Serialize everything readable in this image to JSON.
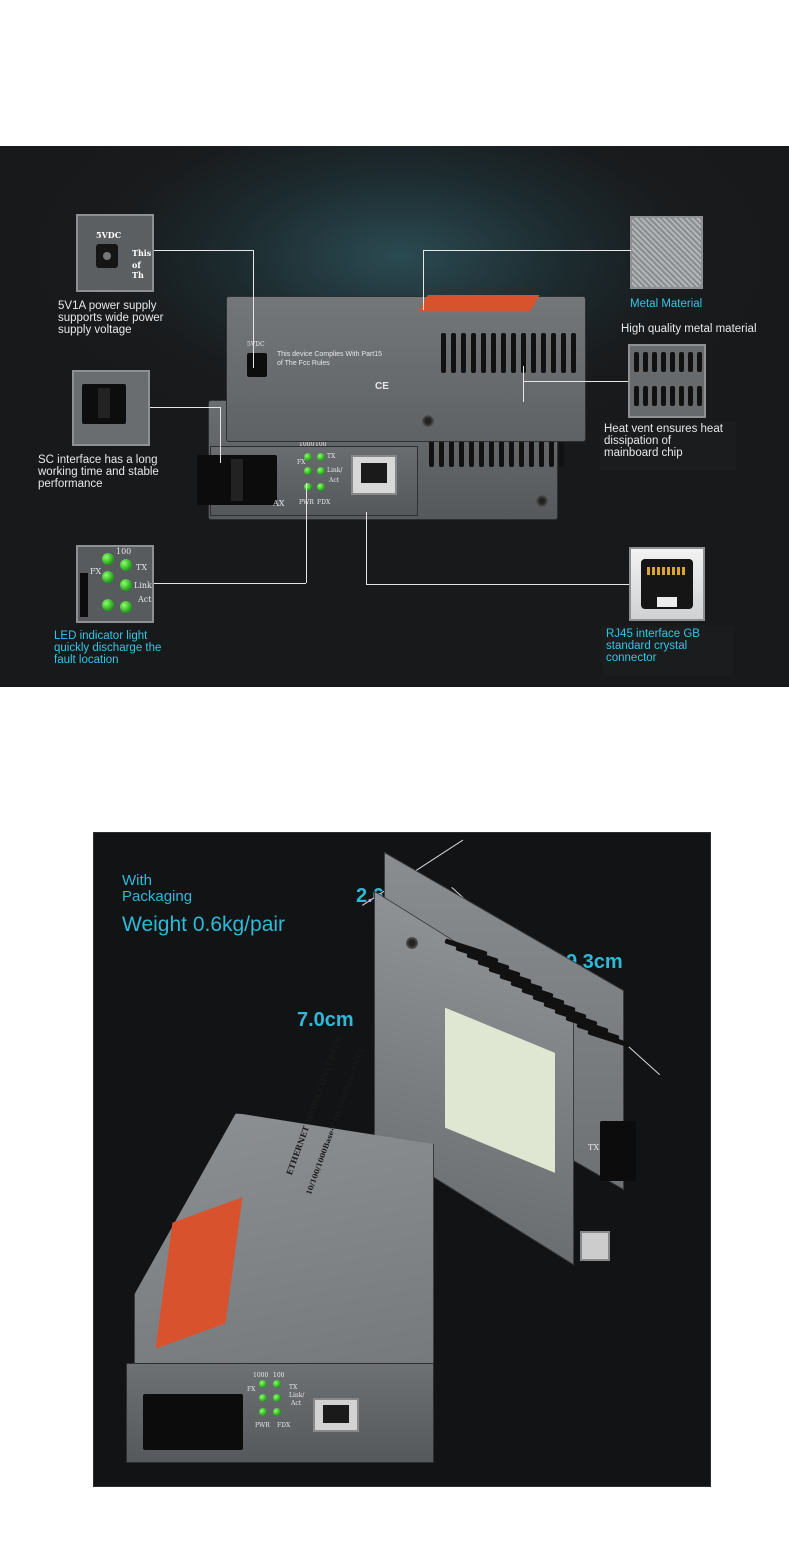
{
  "panel1": {
    "power_thumb": {
      "line1": "5VDC",
      "line2": "This",
      "line3": "of Th"
    },
    "power_caption": [
      "5V1A power supply",
      "supports wide power",
      "supply voltage"
    ],
    "sc_caption": [
      "SC interface has a long",
      "working time and stable",
      "performance"
    ],
    "led_thumb": {
      "fx": "FX",
      "n100": "100",
      "tx": "TX",
      "link": "Link",
      "act": "Act"
    },
    "led_caption": [
      "LED indicator light",
      "quickly discharge the",
      "fault location"
    ],
    "metal_title": "Metal Material",
    "metal_caption": "High quality metal material",
    "vent_caption": [
      "Heat vent ensures heat",
      "dissipation of",
      "mainboard chip"
    ],
    "rj45_caption": [
      "RJ45 interface GB",
      "standard crystal",
      "connector"
    ],
    "device": {
      "power_label": "5VDC",
      "compliance": [
        "This device Complies With Part15",
        "of The Fcc Rules"
      ],
      "ce": "CE",
      "led_labels": {
        "n1000": "1000",
        "n100": "100",
        "fx": "FX",
        "tx": "TX",
        "link": "Link/",
        "act": "Act",
        "pwr": "PWR",
        "fdx": "FDX"
      },
      "fiber_label": "AX"
    }
  },
  "panel2": {
    "with_packaging": [
      "With",
      "Packaging"
    ],
    "weight": "Weight 0.6kg/pair",
    "dim_height": "2.6cm",
    "dim_length": "9.3cm",
    "dim_width": "7.0cm",
    "device": {
      "name": "ETHERNET MEDIA CONVERTER",
      "spec": "10/100/1000Base-T  TO  1000Base-SX/LX",
      "led_labels": {
        "n1000": "1000",
        "n100": "100",
        "fx": "FX",
        "tx": "TX",
        "link": "Link/",
        "act": "Act",
        "pwr": "PWR",
        "fdx": "FDX"
      },
      "side_label": "TX"
    }
  },
  "colors": {
    "cyan": "#34c6e6",
    "orange_label": "#d9522e",
    "led_green": "#3ee02a"
  }
}
